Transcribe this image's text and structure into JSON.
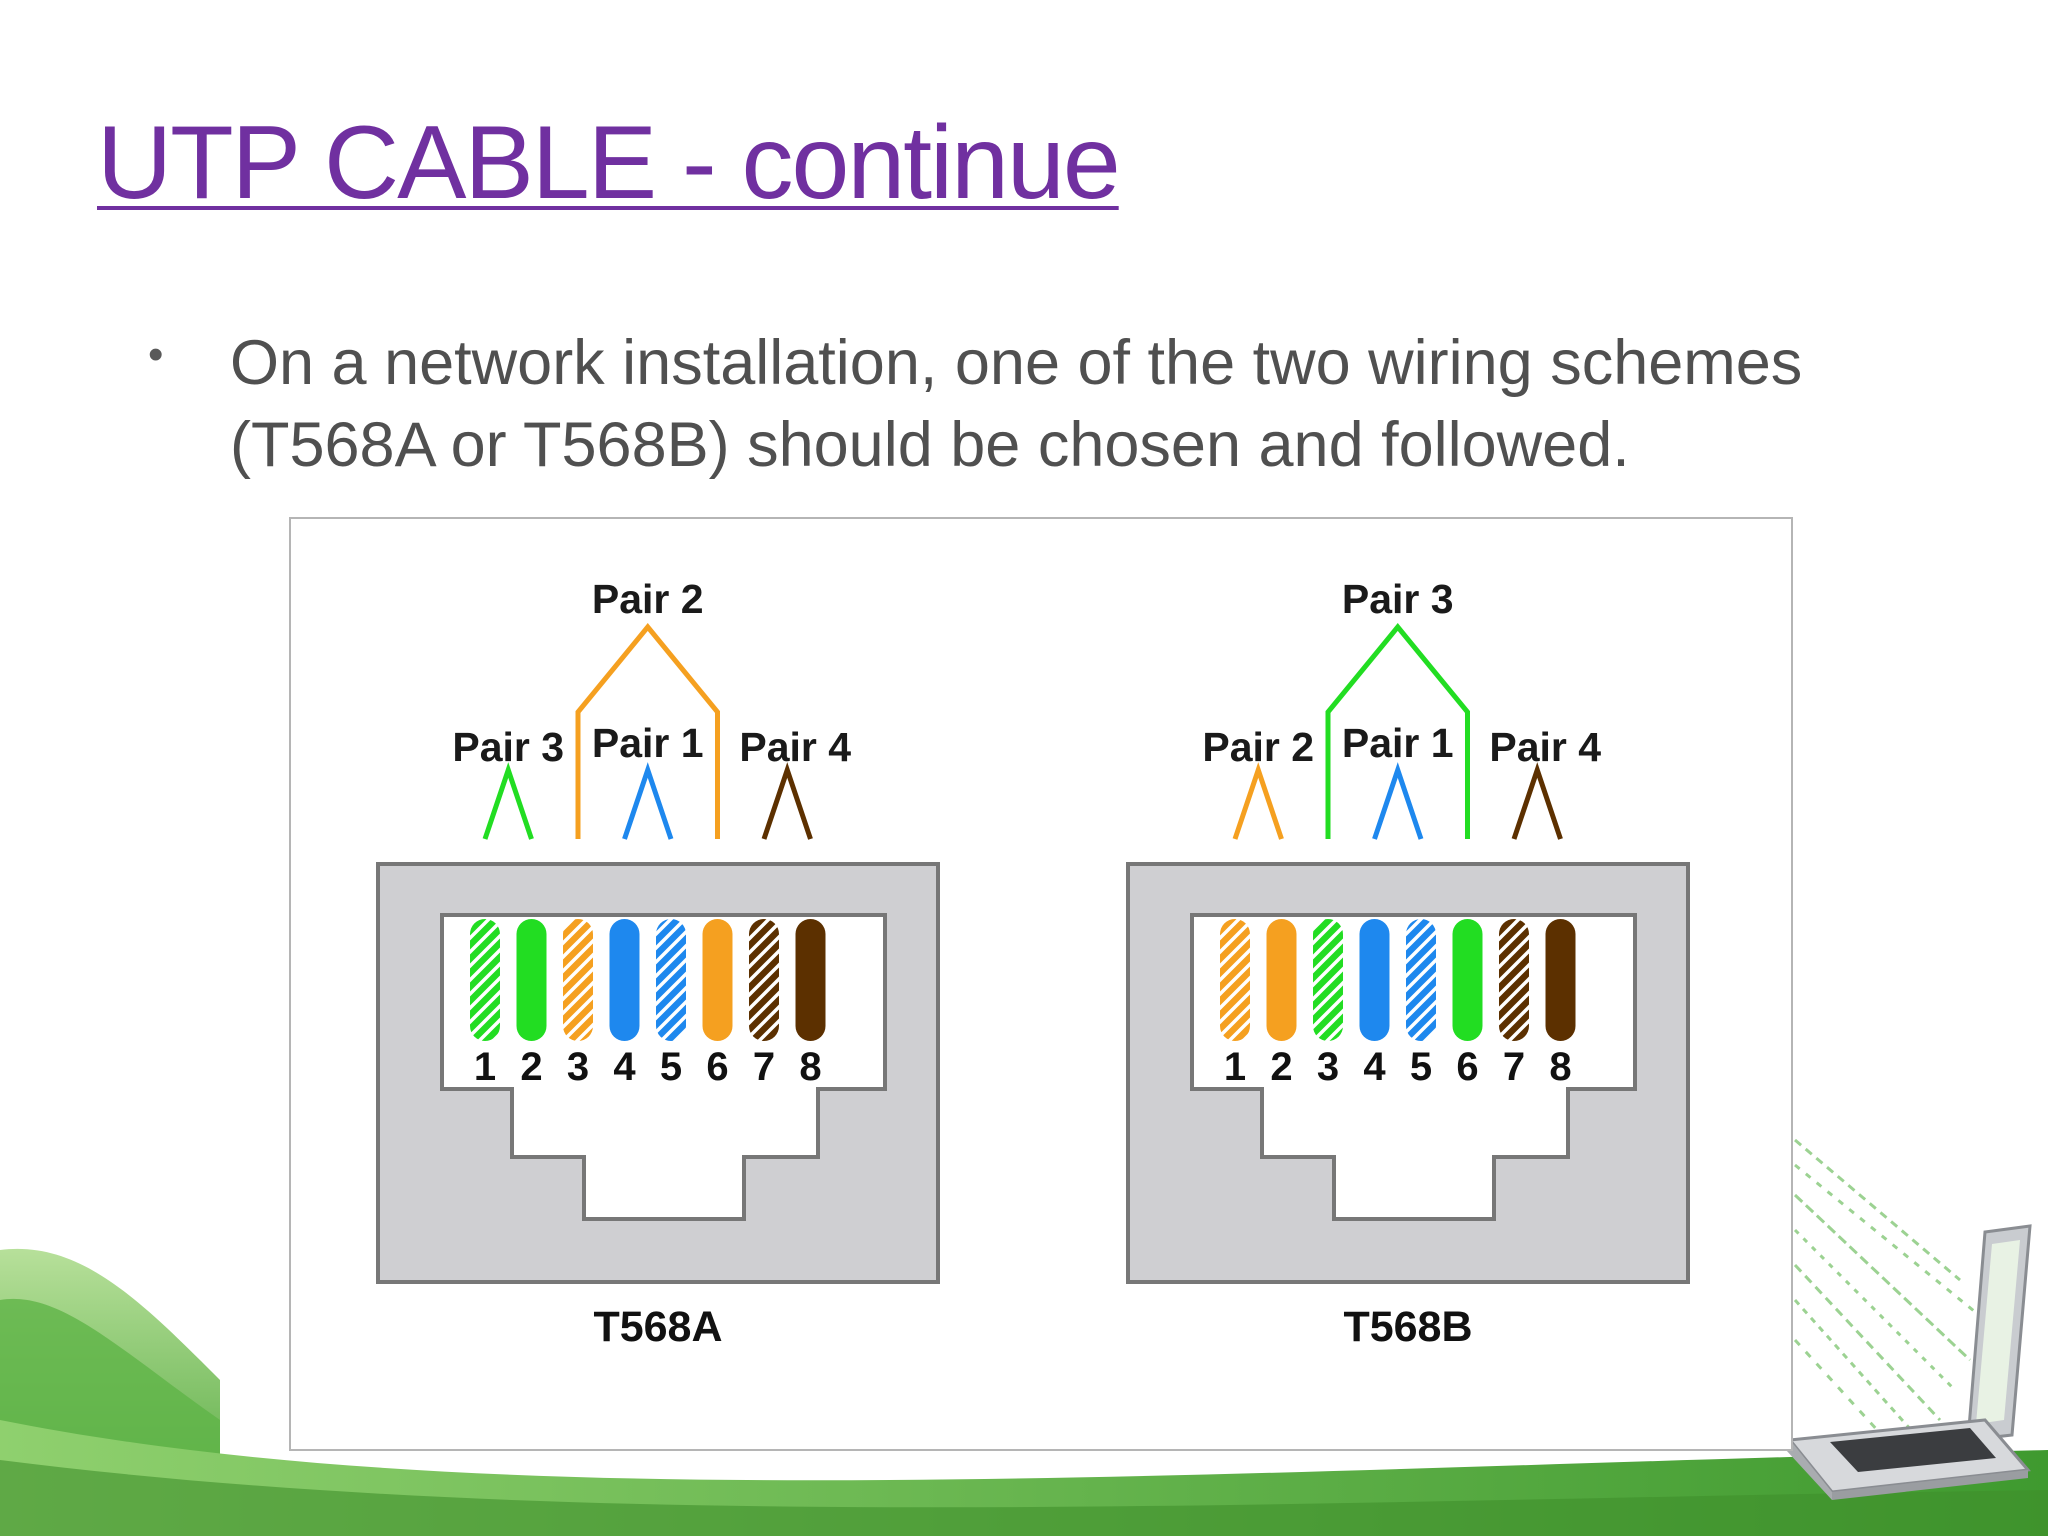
{
  "slide": {
    "title": "UTP CABLE - continue",
    "bullet": "On a network installation, one of the two wiring schemes (T568A or T568B) should be chosen and followed.",
    "colors": {
      "title": "#7030a0",
      "body_text": "#505050",
      "accent_green": "#6abf4b"
    }
  },
  "diagram": {
    "colors": {
      "green": "#22dd22",
      "orange": "#f5a020",
      "blue": "#1e88ee",
      "brown": "#5c3000",
      "jack_body": "#cfcfd2",
      "jack_outline": "#777777"
    },
    "connectors": [
      {
        "label": "T568A",
        "pair_labels": {
          "top": "Pair 2",
          "left": "Pair 3",
          "center": "Pair 1",
          "right": "Pair 4"
        },
        "pins": [
          {
            "number": "1",
            "color": "green",
            "striped": true
          },
          {
            "number": "2",
            "color": "green",
            "striped": false
          },
          {
            "number": "3",
            "color": "orange",
            "striped": true
          },
          {
            "number": "4",
            "color": "blue",
            "striped": false
          },
          {
            "number": "5",
            "color": "blue",
            "striped": true
          },
          {
            "number": "6",
            "color": "orange",
            "striped": false
          },
          {
            "number": "7",
            "color": "brown",
            "striped": true
          },
          {
            "number": "8",
            "color": "brown",
            "striped": false
          }
        ]
      },
      {
        "label": "T568B",
        "pair_labels": {
          "top": "Pair 3",
          "left": "Pair 2",
          "center": "Pair 1",
          "right": "Pair 4"
        },
        "pins": [
          {
            "number": "1",
            "color": "orange",
            "striped": true
          },
          {
            "number": "2",
            "color": "orange",
            "striped": false
          },
          {
            "number": "3",
            "color": "green",
            "striped": true
          },
          {
            "number": "4",
            "color": "blue",
            "striped": false
          },
          {
            "number": "5",
            "color": "blue",
            "striped": true
          },
          {
            "number": "6",
            "color": "green",
            "striped": false
          },
          {
            "number": "7",
            "color": "brown",
            "striped": true
          },
          {
            "number": "8",
            "color": "brown",
            "striped": false
          }
        ]
      }
    ]
  }
}
